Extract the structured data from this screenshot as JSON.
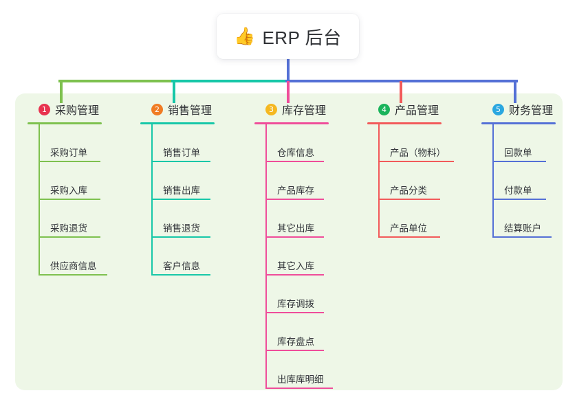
{
  "diagram": {
    "type": "mind-map",
    "root": {
      "icon": "thumbs-up-icon",
      "emoji": "👍",
      "title": "ERP 后台"
    },
    "branches": [
      {
        "number": "1",
        "badge_color": "#e8334f",
        "line_color": "#7ec14f",
        "title": "采购管理",
        "items": [
          "采购订单",
          "采购入库",
          "采购退货",
          "供应商信息"
        ]
      },
      {
        "number": "2",
        "badge_color": "#f07c24",
        "line_color": "#17c7a8",
        "title": "销售管理",
        "items": [
          "销售订单",
          "销售出库",
          "销售退货",
          "客户信息"
        ]
      },
      {
        "number": "3",
        "badge_color": "#f5b821",
        "line_color": "#ef4d9a",
        "title": "库存管理",
        "items": [
          "仓库信息",
          "产品库存",
          "其它出库",
          "其它入库",
          "库存调拨",
          "库存盘点",
          "出库库明细"
        ]
      },
      {
        "number": "4",
        "badge_color": "#1ab45c",
        "line_color": "#f25a5a",
        "title": "产品管理",
        "items": [
          "产品（物料）",
          "产品分类",
          "产品单位"
        ]
      },
      {
        "number": "5",
        "badge_color": "#2aa7e0",
        "line_color": "#5470d6",
        "title": "财务管理",
        "items": [
          "回款单",
          "付款单",
          "结算账户"
        ]
      }
    ],
    "colors": {
      "panel_background": "#eef7e7",
      "canvas_background": "#ffffff",
      "root_trunk": "#5470d6",
      "text": "#32353a"
    }
  }
}
